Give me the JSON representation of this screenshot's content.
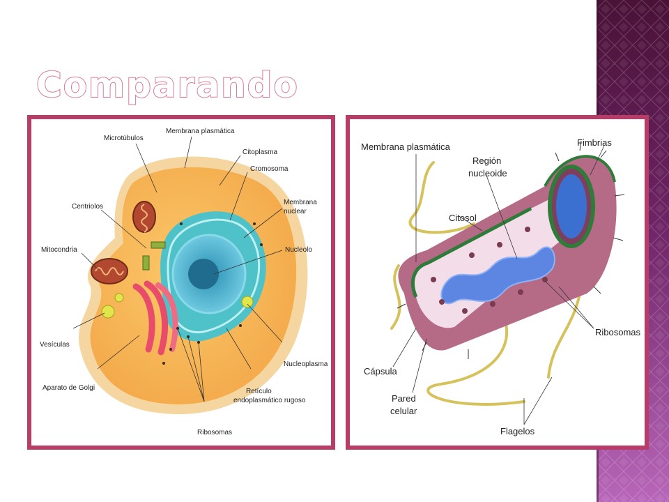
{
  "slide": {
    "title": "Comparando"
  },
  "theme": {
    "frame_color": "#b83c66",
    "sidebar_color": "#7a2a6c",
    "title_outline": "#d87b93"
  },
  "animal_cell": {
    "labels": {
      "microtubulos": "Microtúbulos",
      "membrana_plasmatica": "Membrana plasmática",
      "citoplasma": "Citoplasma",
      "cromosoma": "Cromosoma",
      "centriolos": "Centriolos",
      "membrana_nuclear_1": "Membrana",
      "membrana_nuclear_2": "nuclear",
      "mitocondria": "Mitocondria",
      "nucleolo": "Nucleolo",
      "vesiculas": "Vesículas",
      "nucleoplasma": "Nucleoplasma",
      "aparato_golgi": "Aparato de Golgi",
      "reticulo_1": "Retículo",
      "reticulo_2": "endoplasmático rugoso",
      "ribosomas": "Ribosomas"
    }
  },
  "bacterium": {
    "labels": {
      "membrana_plasmatica": "Membrana plasmática",
      "region_1": "Región",
      "region_2": "nucleoide",
      "fimbrias": "Fimbrias",
      "citosol": "Citosol",
      "ribosomas": "Ribosomas",
      "capsula": "Cápsula",
      "pared_1": "Pared",
      "pared_2": "celular",
      "flagelos": "Flagelos"
    }
  }
}
